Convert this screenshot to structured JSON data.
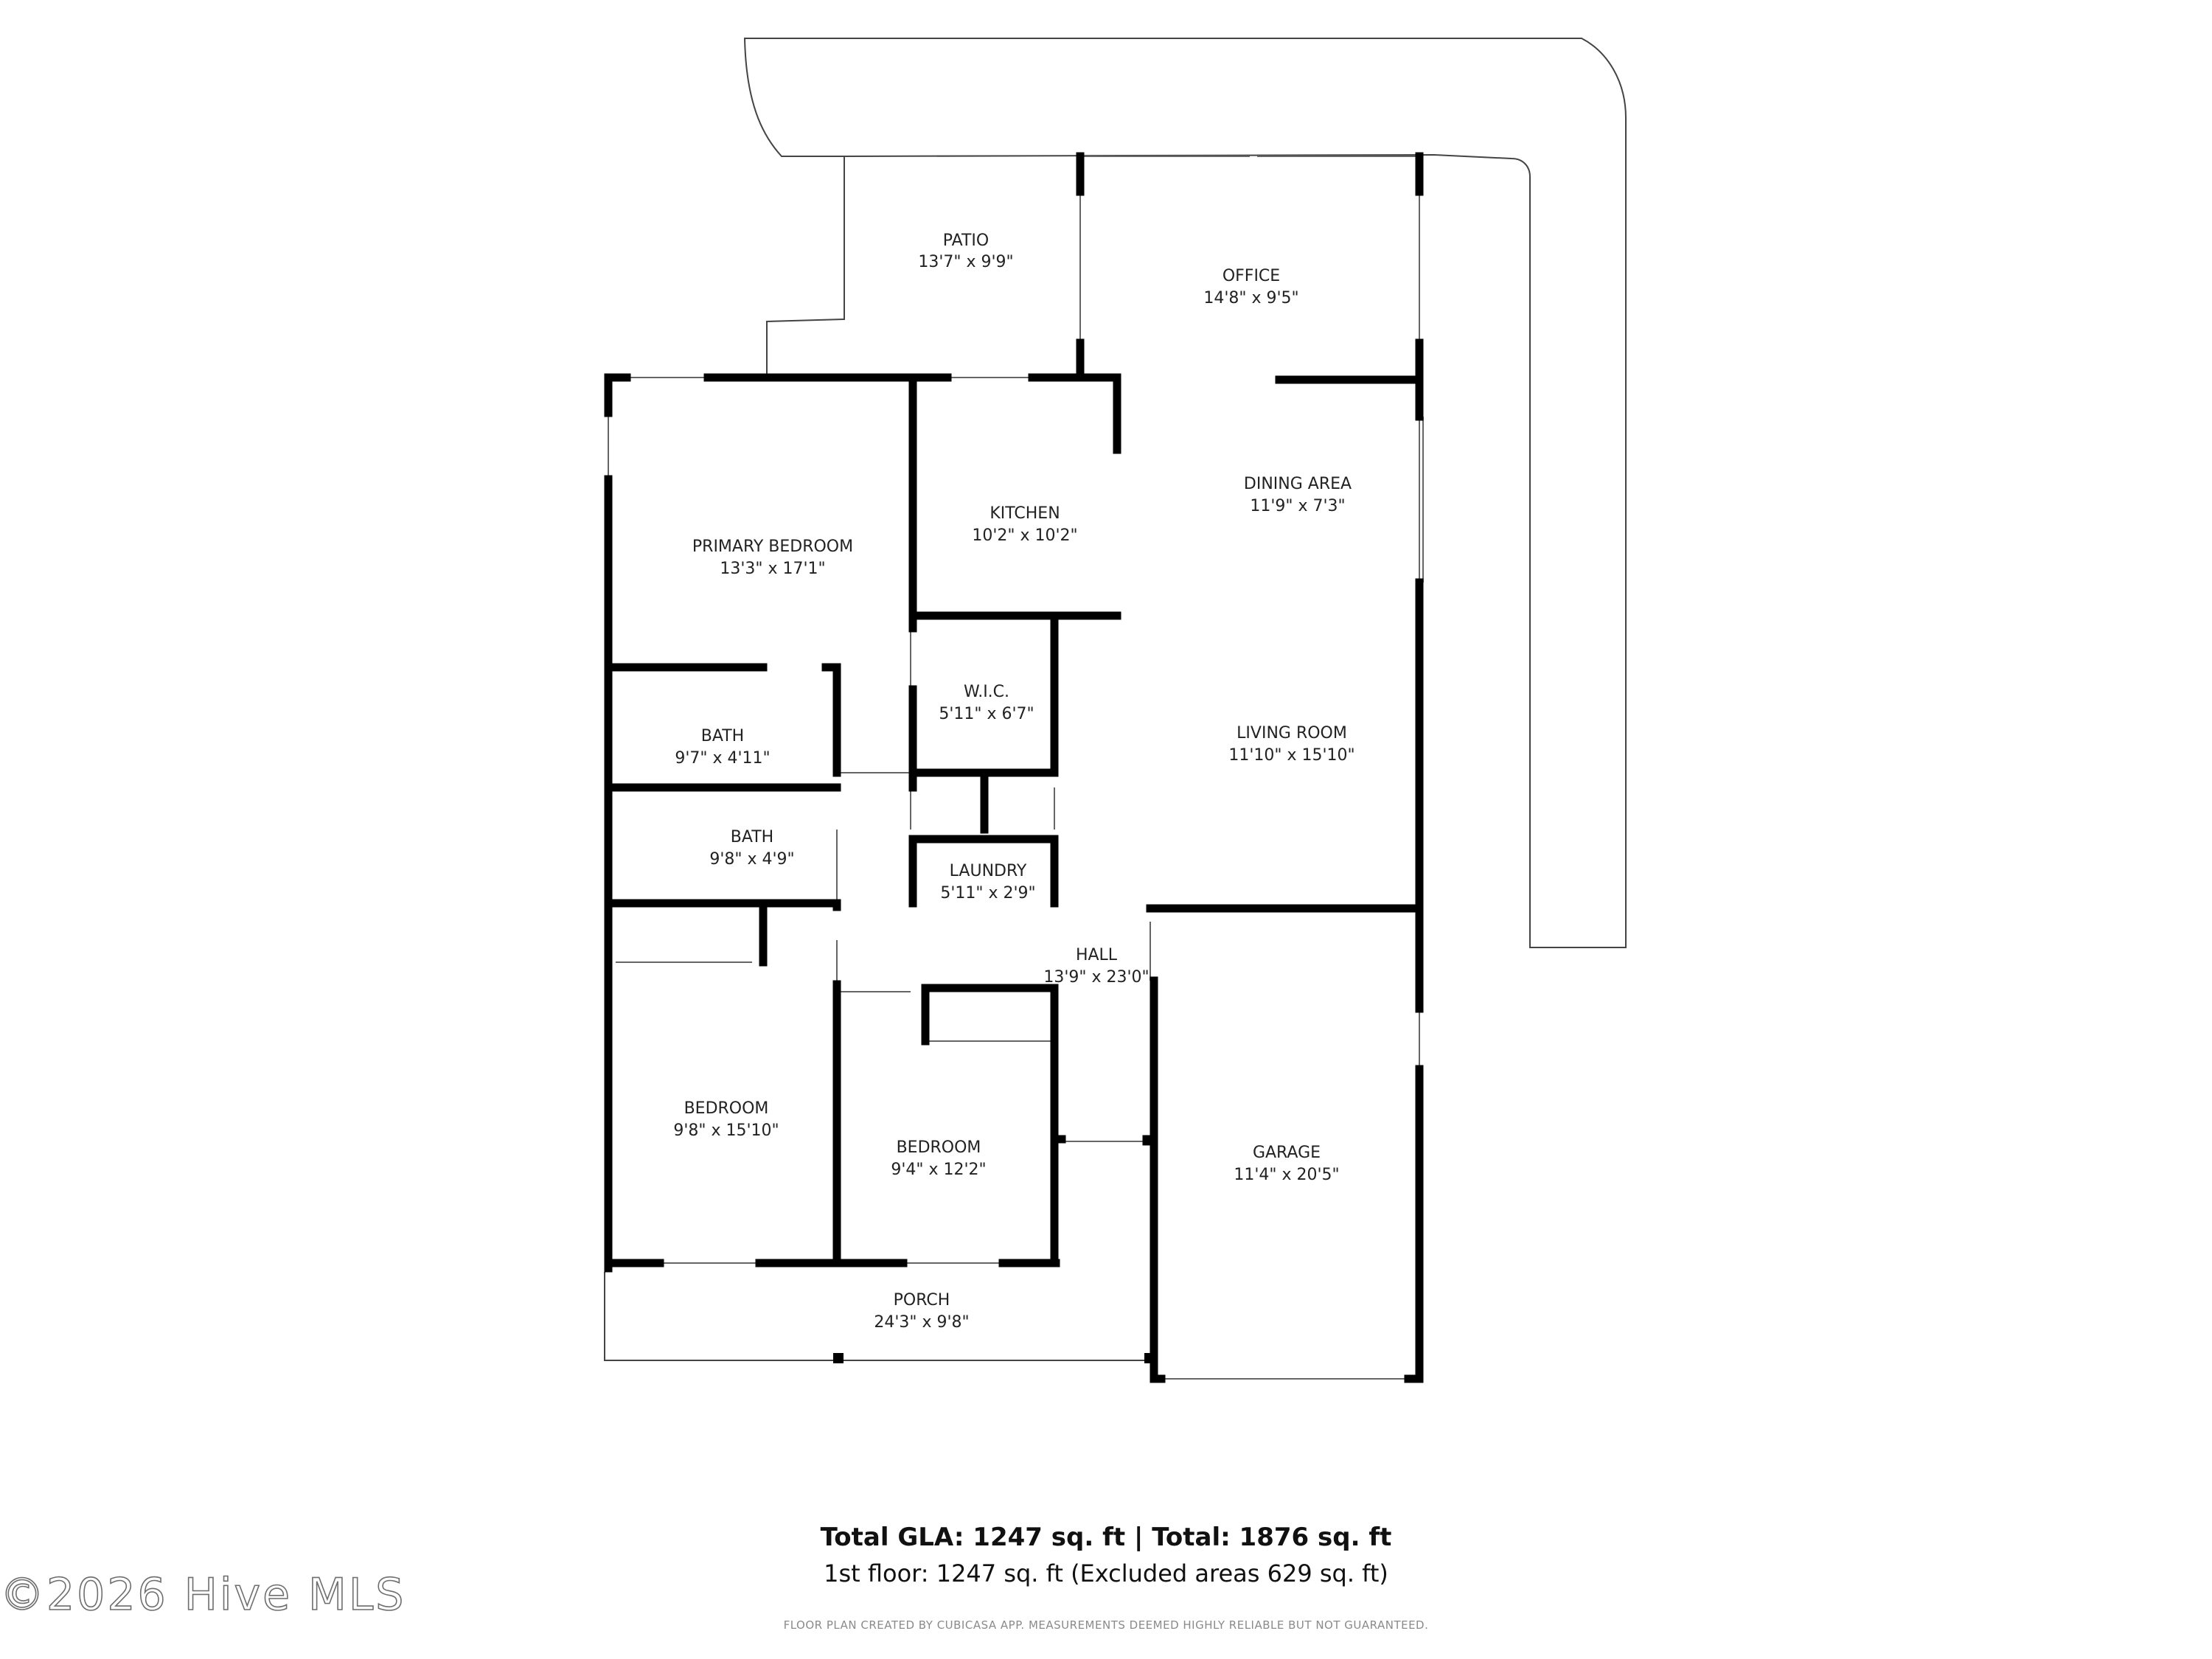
{
  "rooms": {
    "patio": {
      "name": "PATIO",
      "dim": "13'7\" x 9'9\""
    },
    "office": {
      "name": "OFFICE",
      "dim": "14'8\" x 9'5\""
    },
    "kitchen": {
      "name": "KITCHEN",
      "dim": "10'2\" x 10'2\""
    },
    "dining": {
      "name": "DINING AREA",
      "dim": "11'9\" x 7'3\""
    },
    "primary_bedroom": {
      "name": "PRIMARY BEDROOM",
      "dim": "13'3\" x 17'1\""
    },
    "wic": {
      "name": "W.I.C.",
      "dim": "5'11\" x 6'7\""
    },
    "living_room": {
      "name": "LIVING ROOM",
      "dim": "11'10\" x 15'10\""
    },
    "bath1": {
      "name": "BATH",
      "dim": "9'7\" x 4'11\""
    },
    "bath2": {
      "name": "BATH",
      "dim": "9'8\" x 4'9\""
    },
    "laundry": {
      "name": "LAUNDRY",
      "dim": "5'11\" x 2'9\""
    },
    "hall": {
      "name": "HALL",
      "dim": "13'9\" x 23'0\""
    },
    "bedroom1": {
      "name": "BEDROOM",
      "dim": "9'8\" x 15'10\""
    },
    "bedroom2": {
      "name": "BEDROOM",
      "dim": "9'4\" x 12'2\""
    },
    "garage": {
      "name": "GARAGE",
      "dim": "11'4\" x 20'5\""
    },
    "porch": {
      "name": "PORCH",
      "dim": "24'3\" x 9'8\""
    }
  },
  "summary": {
    "total": "Total GLA: 1247 sq. ft | Total: 1876 sq. ft",
    "floor": "1st floor: 1247 sq. ft (Excluded areas 629 sq. ft)"
  },
  "credit": "FLOOR PLAN CREATED BY CUBICASA APP. MEASUREMENTS DEEMED HIGHLY RELIABLE BUT NOT GUARANTEED.",
  "watermark": "©2026 Hive MLS",
  "colors": {
    "wall": "#000000",
    "outline": "#444444",
    "background": "#ffffff"
  }
}
